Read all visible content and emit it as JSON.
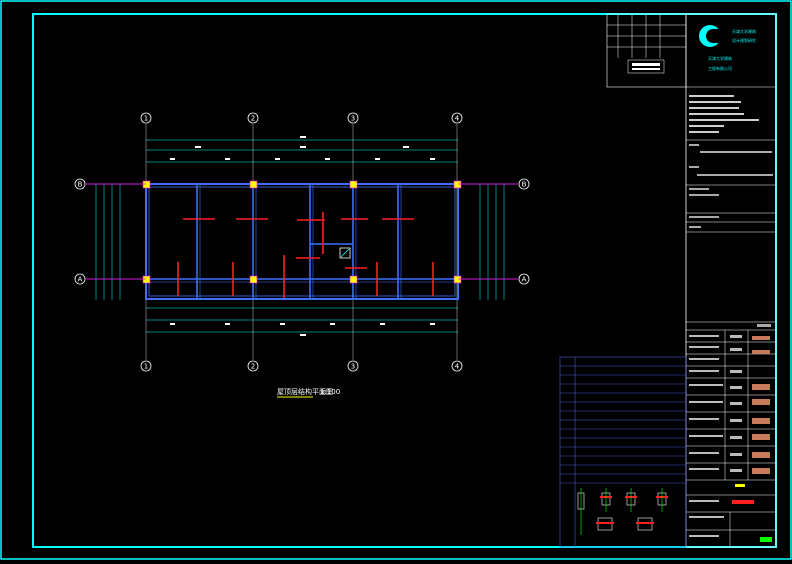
{
  "drawing": {
    "title": "屋顶层结构平面图",
    "scale": "1:100"
  },
  "grid": {
    "columns": [
      "1",
      "2",
      "3",
      "4"
    ],
    "rows": [
      "B",
      "A"
    ]
  },
  "title_block": {
    "company_line1": "天津大学建筑",
    "company_line2": "设计规划研究",
    "company_name_1": "天津大学建筑",
    "company_name_2": "工程有限公司"
  },
  "colors": {
    "background": "#000000",
    "frame": "#00ffff",
    "walls": "#3f6fff",
    "beams": "#ff2020",
    "columns": "#ffff00",
    "text": "#ffffff"
  }
}
